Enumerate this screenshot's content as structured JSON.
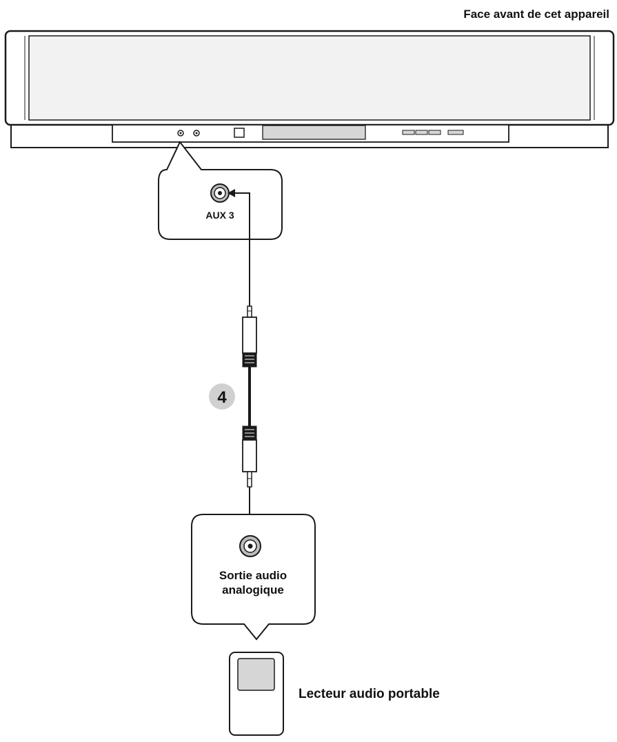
{
  "title": "Face avant de cet appareil",
  "aux_label": "AUX 3",
  "step_number": "4",
  "output_label_line1": "Sortie audio",
  "output_label_line2": "analogique",
  "player_label": "Lecteur audio portable",
  "colors": {
    "line": "#1a1a1a",
    "panel_fill": "#f2f2f2",
    "badge_fill": "#d0d0d0",
    "screen_fill": "#d6d6d6"
  }
}
